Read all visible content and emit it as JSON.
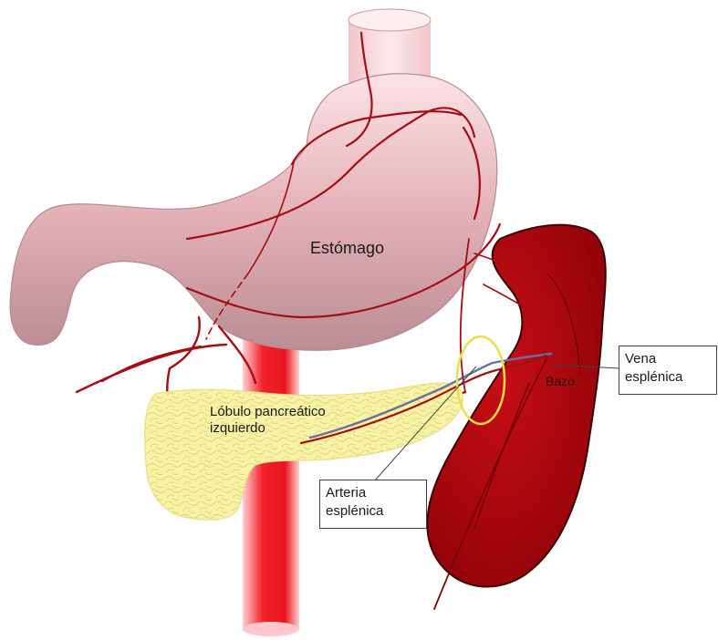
{
  "labels": {
    "stomach": "Estómago",
    "pancreas_line1": "Lóbulo pancreático",
    "pancreas_line2": "izquierdo",
    "spleen": "Bazo",
    "vein_line1": "Vena",
    "vein_line2": "esplénica",
    "artery_line1": "Arteria",
    "artery_line2": "esplénica"
  },
  "colors": {
    "stomach": "#e8b7bd",
    "aorta": "#f0202a",
    "spleen": "#b0070e",
    "pancreas": "#f5f0a0",
    "vessel": "#a50d12",
    "vein": "#6b6fa3",
    "highlight_ring": "#e6e04a"
  }
}
